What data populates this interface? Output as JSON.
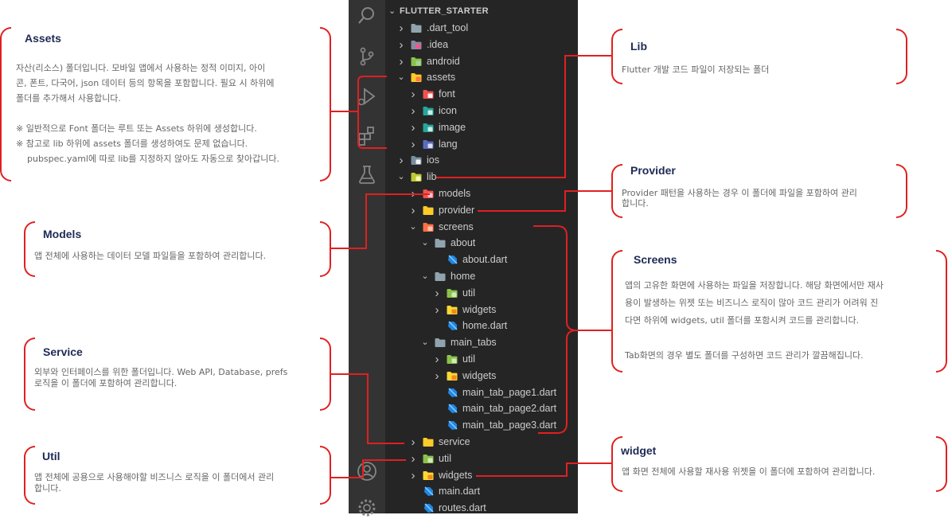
{
  "explorer": {
    "title": "FLUTTER_STARTER",
    "items": [
      {
        "label": ".dart_tool",
        "depth": 0,
        "chevron": "closed",
        "icon": "folder-gray"
      },
      {
        "label": ".idea",
        "depth": 0,
        "chevron": "closed",
        "icon": "folder-idea"
      },
      {
        "label": "android",
        "depth": 0,
        "chevron": "closed",
        "icon": "folder-android"
      },
      {
        "label": "assets",
        "depth": 0,
        "chevron": "open",
        "icon": "folder-assets"
      },
      {
        "label": "font",
        "depth": 1,
        "chevron": "closed",
        "icon": "folder-font"
      },
      {
        "label": "icon",
        "depth": 1,
        "chevron": "closed",
        "icon": "folder-teal"
      },
      {
        "label": "image",
        "depth": 1,
        "chevron": "closed",
        "icon": "folder-teal"
      },
      {
        "label": "lang",
        "depth": 1,
        "chevron": "closed",
        "icon": "folder-lang"
      },
      {
        "label": "ios",
        "depth": 0,
        "chevron": "closed",
        "icon": "folder-ios"
      },
      {
        "label": "lib",
        "depth": 0,
        "chevron": "open",
        "icon": "folder-lib"
      },
      {
        "label": "models",
        "depth": 1,
        "chevron": "closed",
        "icon": "folder-red"
      },
      {
        "label": "provider",
        "depth": 1,
        "chevron": "closed",
        "icon": "folder-yellow"
      },
      {
        "label": "screens",
        "depth": 1,
        "chevron": "open",
        "icon": "folder-screens"
      },
      {
        "label": "about",
        "depth": 2,
        "chevron": "open",
        "icon": "folder-gray-open"
      },
      {
        "label": "about.dart",
        "depth": 3,
        "chevron": "none",
        "icon": "dart"
      },
      {
        "label": "home",
        "depth": 2,
        "chevron": "open",
        "icon": "folder-gray-open"
      },
      {
        "label": "util",
        "depth": 3,
        "chevron": "closed",
        "icon": "folder-green"
      },
      {
        "label": "widgets",
        "depth": 3,
        "chevron": "closed",
        "icon": "folder-widgets"
      },
      {
        "label": "home.dart",
        "depth": 3,
        "chevron": "none",
        "icon": "dart"
      },
      {
        "label": "main_tabs",
        "depth": 2,
        "chevron": "open",
        "icon": "folder-gray-open"
      },
      {
        "label": "util",
        "depth": 3,
        "chevron": "closed",
        "icon": "folder-green"
      },
      {
        "label": "widgets",
        "depth": 3,
        "chevron": "closed",
        "icon": "folder-widgets"
      },
      {
        "label": "main_tab_page1.dart",
        "depth": 3,
        "chevron": "none",
        "icon": "dart"
      },
      {
        "label": "main_tab_page2.dart",
        "depth": 3,
        "chevron": "none",
        "icon": "dart"
      },
      {
        "label": "main_tab_page3.dart",
        "depth": 3,
        "chevron": "none",
        "icon": "dart"
      },
      {
        "label": "service",
        "depth": 1,
        "chevron": "closed",
        "icon": "folder-yellow"
      },
      {
        "label": "util",
        "depth": 1,
        "chevron": "closed",
        "icon": "folder-green"
      },
      {
        "label": "widgets",
        "depth": 1,
        "chevron": "closed",
        "icon": "folder-widgets"
      },
      {
        "label": "main.dart",
        "depth": 1,
        "chevron": "none",
        "icon": "dart"
      },
      {
        "label": "routes.dart",
        "depth": 1,
        "chevron": "none",
        "icon": "dart"
      }
    ]
  },
  "activity_bar": [
    "search-icon",
    "source-control-icon",
    "run-debug-icon",
    "extensions-icon",
    "testing-icon",
    "account-icon",
    "settings-icon"
  ],
  "notes": {
    "assets": {
      "title": "Assets",
      "lines": [
        "자산(리소스) 폴더입니다. 모바일 앱에서 사용하는 정적 이미지, 아이",
        "콘, 폰트, 다국어, json 데이터 등의 항목을 포함합니다. 필요 시 하위에",
        "폴더를 추가해서 사용합니다.",
        "",
        "※ 일반적으로 Font 폴더는 루트 또는 Assets 하위에 생성합니다.",
        "※ 참고로 lib 하위에 assets 폴더를 생성하여도 문제 없습니다.",
        "    pubspec.yaml에 따로 lib를 지정하지 않아도 자동으로 찾아갑니다."
      ]
    },
    "models": {
      "title": "Models",
      "lines": [
        "앱 전체에 사용하는 데이터 모델 파일들을 포함하여 관리합니다."
      ]
    },
    "service": {
      "title": "Service",
      "lines": [
        "외부와 인터페이스를 위한 폴더입니다. Web API, Database, prefs",
        "로직을 이 폴더에 포함하여 관리합니다."
      ]
    },
    "util": {
      "title": "Util",
      "lines": [
        "앱 전체에 공용으로 사용해야할 비즈니스 로직을 이 폴더에서 관리",
        "합니다."
      ]
    },
    "lib": {
      "title": "Lib",
      "lines": [
        "Flutter 개발 코드 파일이 저장되는 폴더"
      ]
    },
    "provider": {
      "title": "Provider",
      "lines": [
        "Provider 패턴을 사용하는 경우 이 폴더에 파일을 포함하여 관리",
        "합니다."
      ]
    },
    "screens": {
      "title": "Screens",
      "lines": [
        "앱의 고유한 화면에 사용하는 파일을 저장합니다. 해당 화면에서만 재사",
        "용이 발생하는 위젯 또는 비즈니스 로직이 많아 코드 관리가 어려워 진",
        "다면 하위에 widgets, util 폴더를 포함시켜 코드를 관리합니다.",
        "",
        "Tab화면의 경우 별도 폴더를 구성하면 코드 관리가 깔끔해집니다."
      ]
    },
    "widget": {
      "title": "widget",
      "lines": [
        "앱 화면 전체에 사용할 재사용 위젯을 이 폴더에 포함하여 관리합니다."
      ]
    }
  },
  "colors": {
    "annotation_red": "#e02020",
    "title_navy": "#1e2a55",
    "explorer_bg": "#252526",
    "activity_bg": "#333333"
  }
}
